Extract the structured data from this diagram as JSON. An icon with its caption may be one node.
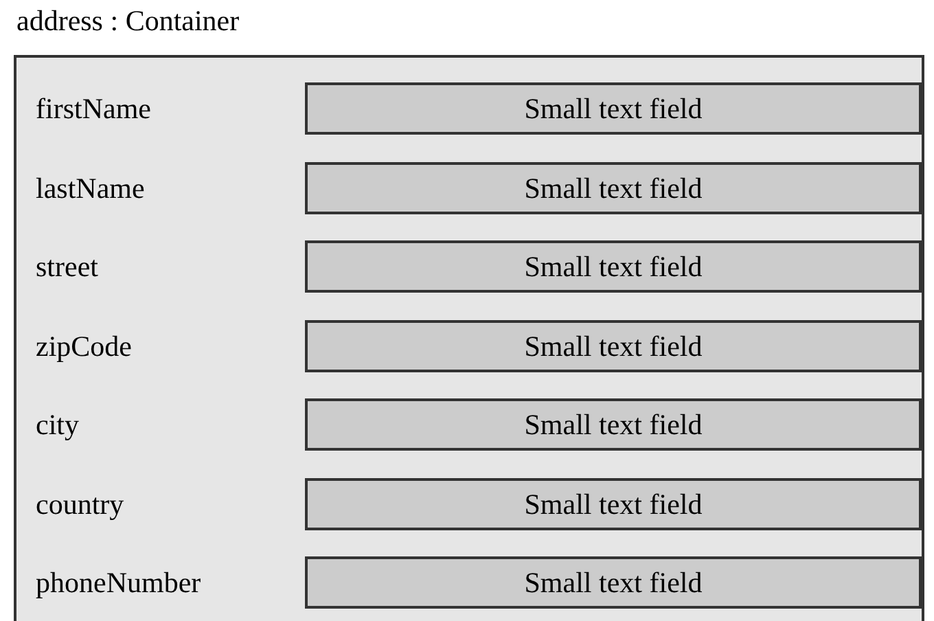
{
  "diagram": {
    "nodes": [
      {
        "text": [
          "address : Container"
        ]
      },
      {
        "text": [
          "Small text field"
        ],
        "in": 0
      },
      {
        "text": [
          "Small text field"
        ],
        "in": 0
      },
      {
        "text": [
          "Small text field"
        ],
        "in": 0
      },
      {
        "text": [
          "Small text field"
        ],
        "in": 0
      },
      {
        "text": [
          "Small text field"
        ],
        "in": 0
      },
      {
        "text": [
          "Small text field"
        ],
        "in": 0
      },
      {
        "text": [
          "Small text field"
        ],
        "in": 0
      }
    ],
    "labels": [
      "firstName",
      "lastName",
      "street",
      "zipCode",
      "city",
      "country",
      "phoneNumber"
    ]
  }
}
